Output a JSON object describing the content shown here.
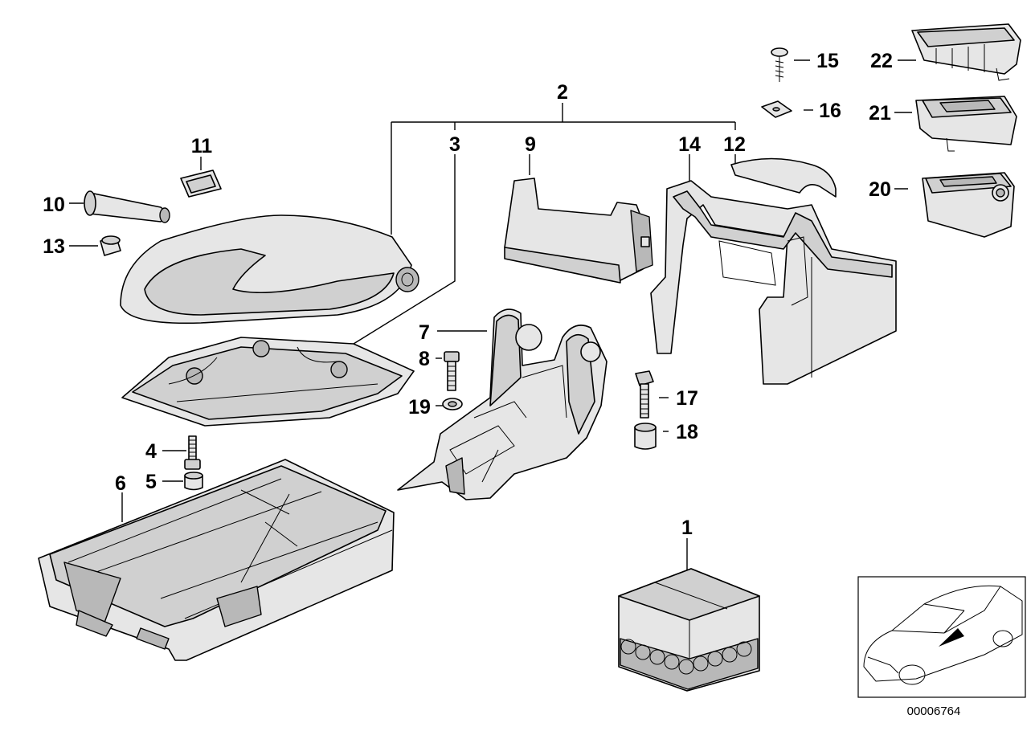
{
  "diagram": {
    "callouts": {
      "c1": "1",
      "c2": "2",
      "c3": "3",
      "c4": "4",
      "c5": "5",
      "c6": "6",
      "c7": "7",
      "c8": "8",
      "c9": "9",
      "c10": "10",
      "c11": "11",
      "c12": "12",
      "c13": "13",
      "c14": "14",
      "c15": "15",
      "c16": "16",
      "c17": "17",
      "c18": "18",
      "c19": "19",
      "c20": "20",
      "c21": "21",
      "c22": "22"
    },
    "image_code": "00006764"
  }
}
